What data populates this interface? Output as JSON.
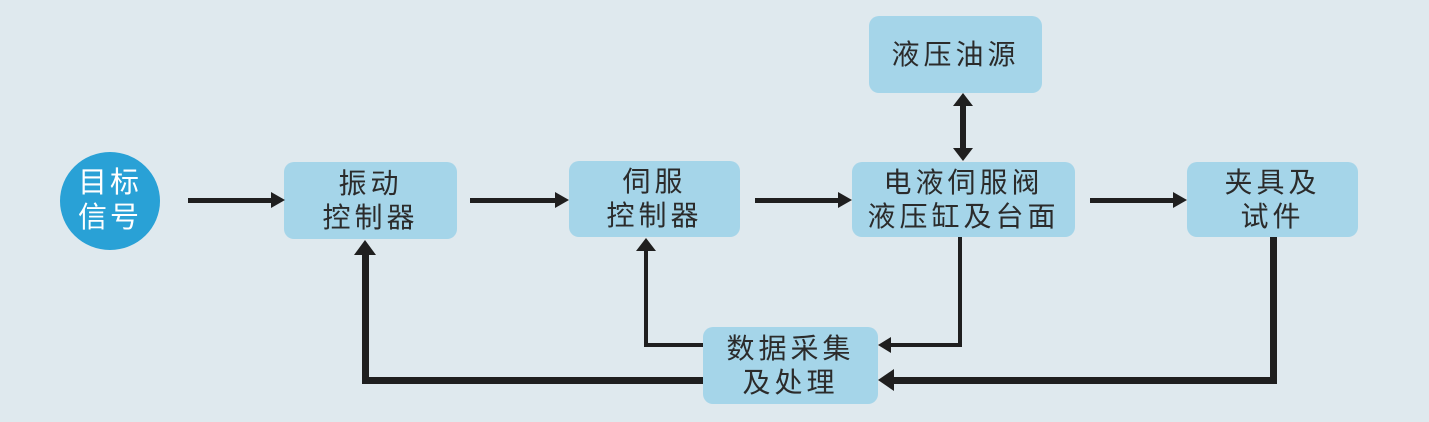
{
  "colors": {
    "background": "#dfe9ee",
    "node_fill": "#a5d5e9",
    "circle_fill": "#29a1d6",
    "node_text": "#2b2b2b",
    "circle_text": "#ffffff",
    "arrow": "#1f1f1f"
  },
  "nodes": {
    "target_signal": {
      "shape": "circle",
      "lines": [
        "目标",
        "信号"
      ]
    },
    "vibration_controller": {
      "shape": "box",
      "lines": [
        "振动",
        "控制器"
      ]
    },
    "servo_controller": {
      "shape": "box",
      "lines": [
        "伺服",
        "控制器"
      ]
    },
    "hydraulic_oil_source": {
      "shape": "box",
      "lines": [
        "液压油源"
      ]
    },
    "servo_valve_cylinder_table": {
      "shape": "box",
      "lines": [
        "电液伺服阀",
        "液压缸及台面"
      ]
    },
    "fixture_specimen": {
      "shape": "box",
      "lines": [
        "夹具及",
        "试件"
      ]
    },
    "data_acquisition": {
      "shape": "box",
      "lines": [
        "数据采集",
        "及处理"
      ]
    }
  },
  "edges": [
    {
      "from": "target_signal",
      "to": "vibration_controller",
      "type": "arrow",
      "weight": "medium"
    },
    {
      "from": "vibration_controller",
      "to": "servo_controller",
      "type": "arrow",
      "weight": "medium"
    },
    {
      "from": "servo_controller",
      "to": "servo_valve_cylinder_table",
      "type": "arrow",
      "weight": "medium"
    },
    {
      "from": "servo_valve_cylinder_table",
      "to": "fixture_specimen",
      "type": "arrow",
      "weight": "medium"
    },
    {
      "from": "hydraulic_oil_source",
      "to": "servo_valve_cylinder_table",
      "type": "double-arrow",
      "weight": "thick"
    },
    {
      "from": "servo_valve_cylinder_table",
      "to": "data_acquisition",
      "type": "elbow-arrow",
      "weight": "thin"
    },
    {
      "from": "fixture_specimen",
      "to": "data_acquisition",
      "type": "elbow-arrow",
      "weight": "thick"
    },
    {
      "from": "data_acquisition",
      "to": "servo_controller",
      "type": "elbow-arrow",
      "weight": "thin"
    },
    {
      "from": "data_acquisition",
      "to": "vibration_controller",
      "type": "elbow-arrow",
      "weight": "thick"
    }
  ]
}
